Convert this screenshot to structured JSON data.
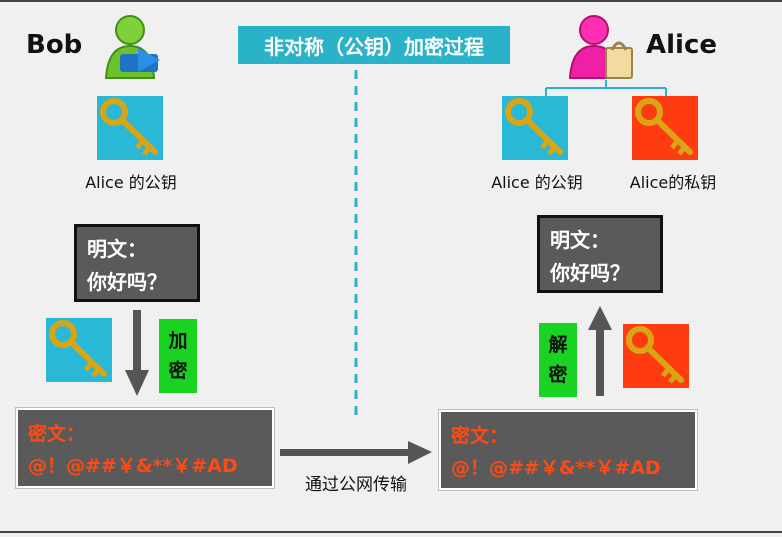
{
  "title": "非对称（公钥）加密过程",
  "bob": {
    "name": "Bob",
    "key_caption": "Alice 的公钥",
    "plaintext_label": "明文：",
    "plaintext_value": "你好吗？",
    "step_label": [
      "加",
      "密"
    ],
    "ciphertext_label": "密文：",
    "ciphertext_value": "@！@##￥&**￥#AD"
  },
  "alice": {
    "name": "Alice",
    "public_key_caption": "Alice 的公钥",
    "private_key_caption": "Alice的私钥",
    "plaintext_label": "明文：",
    "plaintext_value": "你好吗？",
    "step_label": [
      "解",
      "密"
    ],
    "ciphertext_label": "密文：",
    "ciphertext_value": "@！@##￥&**￥#AD"
  },
  "transfer_label": "通过公网传输",
  "colors": {
    "public_key": "#29b8d6",
    "private_key": "#ff3b12",
    "title_bg": "#2ab2c9",
    "step_bg": "#18d322",
    "cipher_text": "#ff4a14"
  },
  "icons": {
    "bob_avatar": "user-send-icon",
    "alice_avatar": "user-shopping-icon",
    "key": "golden-key-icon"
  }
}
